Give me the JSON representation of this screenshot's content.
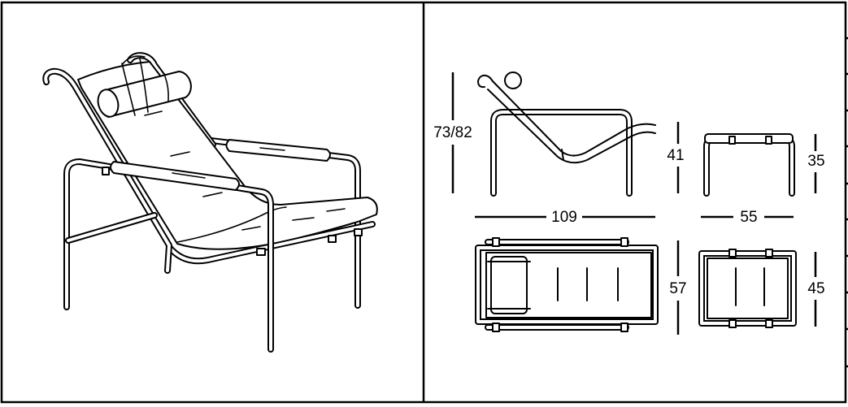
{
  "dimensions": {
    "chair_height": "73/82",
    "chair_seat_height": "41",
    "chair_length": "109",
    "chair_width": "57",
    "ottoman_height": "35",
    "ottoman_length": "55",
    "ottoman_width": "45"
  },
  "colors": {
    "line": "#000000",
    "background": "#ffffff"
  }
}
